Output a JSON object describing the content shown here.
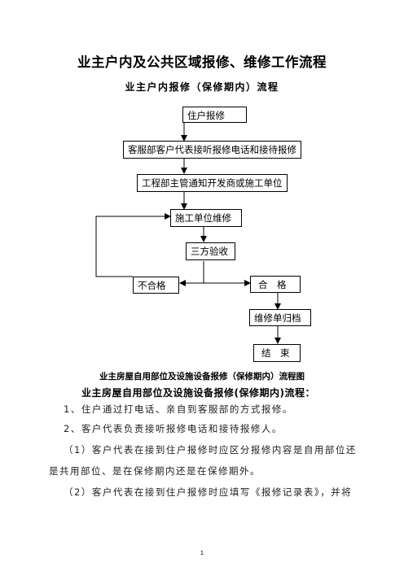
{
  "document": {
    "title": "业主户内及公共区域报修、维修工作流程",
    "subtitle": "业主户内报修（保修期内）流程",
    "flowchart": {
      "nodes": {
        "resident_report": "住户报修",
        "cs_receive": "客服部客户代表接听报修电话和接待报修",
        "engineering_notify": "工程部主管通知开发商或施工单位",
        "contractor_repair": "施工单位维修",
        "tripartite_acceptance": "三方验收",
        "failed": "不合格",
        "passed": "合　格",
        "archive": "维修单归档",
        "end": "结　束"
      }
    },
    "caption": "业主房屋自用部位及设施设备报修（保修期内）流程图",
    "section_heading": "业主房屋自用部位及设施设备报修(保修期内)流程：",
    "paragraphs": [
      "1、住户通过打电话、亲自到客服部的方式报修。",
      "2、客户代表负责接听报修电话和接待报修人。",
      "（1）客户代表在接到住户报修时应区分报修内容是自用部位还",
      "是共用部位、是在保修期内还是在保修期外。",
      "（2）客户代表在接到住户报修时应填写《报修记录表》，并将"
    ],
    "page_number": "1"
  }
}
